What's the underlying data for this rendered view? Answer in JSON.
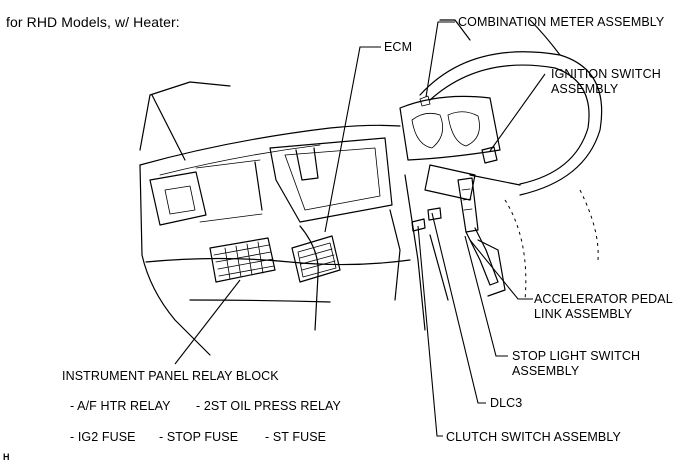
{
  "title": "for RHD Models,  w/ Heater:",
  "labels": {
    "combination_meter": "COMBINATION METER ASSEMBLY",
    "ecm": "ECM",
    "ignition_switch": [
      "IGNITION SWITCH",
      "ASSEMBLY"
    ],
    "accelerator_pedal": [
      "ACCELERATOR  PEDAL",
      "LINK ASSEMBLY"
    ],
    "stop_light_switch": [
      "STOP LIGHT SWITCH",
      "ASSEMBLY"
    ],
    "dlc3": "DLC3",
    "clutch_switch": "CLUTCH SWITCH ASSEMBLY",
    "relay_block": "INSTRUMENT PANEL RELAY BLOCK"
  },
  "relay_block_items": [
    [
      "- A/F HTR RELAY",
      "- 2ST OIL PRESS RELAY"
    ],
    [
      "- IG2 FUSE",
      "- STOP FUSE",
      "- ST FUSE"
    ]
  ],
  "corner_mark": "H"
}
